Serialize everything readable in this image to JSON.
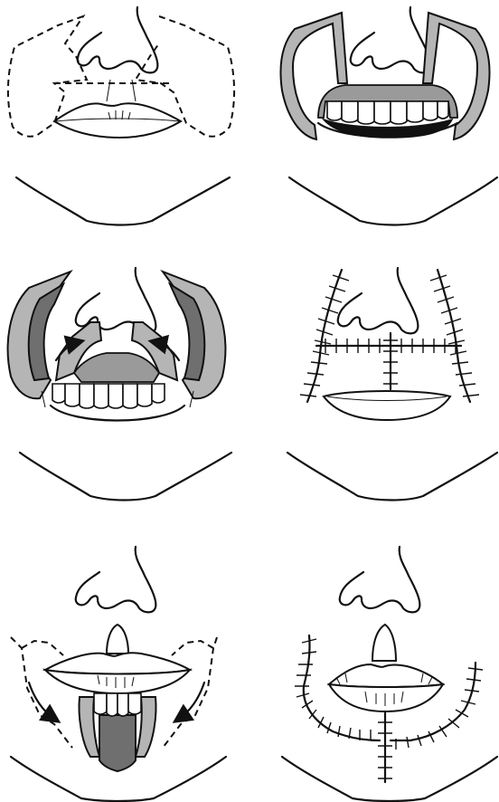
{
  "figure": {
    "panels": [
      {
        "id": "panel-1",
        "stage": "incision-outline"
      },
      {
        "id": "panel-2",
        "stage": "flaps-raised"
      },
      {
        "id": "panel-3",
        "stage": "flaps-rotated"
      },
      {
        "id": "panel-4",
        "stage": "sutured-upper-lip"
      },
      {
        "id": "panel-5",
        "stage": "lower-lip-incision"
      },
      {
        "id": "panel-6",
        "stage": "sutured-lower-lip"
      }
    ],
    "colors": {
      "line": "#111111",
      "flap_light": "#b5b5b5",
      "flap_dark": "#6f6f6f",
      "gum": "#9a9a9a",
      "background": "#ffffff"
    }
  }
}
